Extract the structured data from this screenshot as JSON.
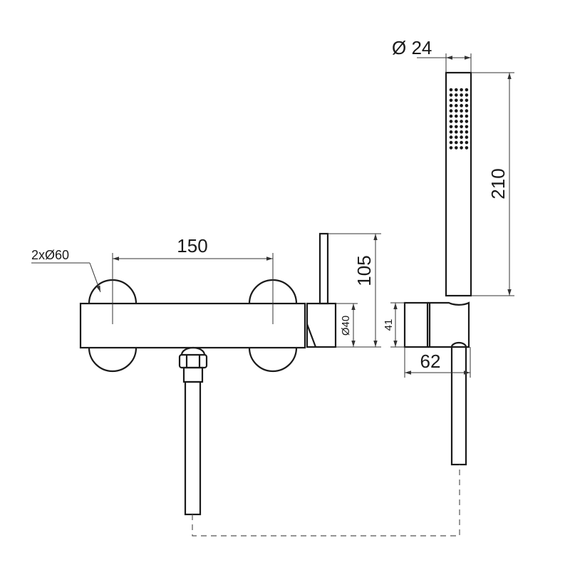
{
  "dimensions": {
    "flange": "2xØ60",
    "centers": "150",
    "handle_height": "105",
    "body_diameter": "Ø40",
    "shower_diameter": "Ø 24",
    "shower_length": "210",
    "holder_height": "41",
    "holder_depth": "62"
  },
  "line_color": "#1a1a1a"
}
